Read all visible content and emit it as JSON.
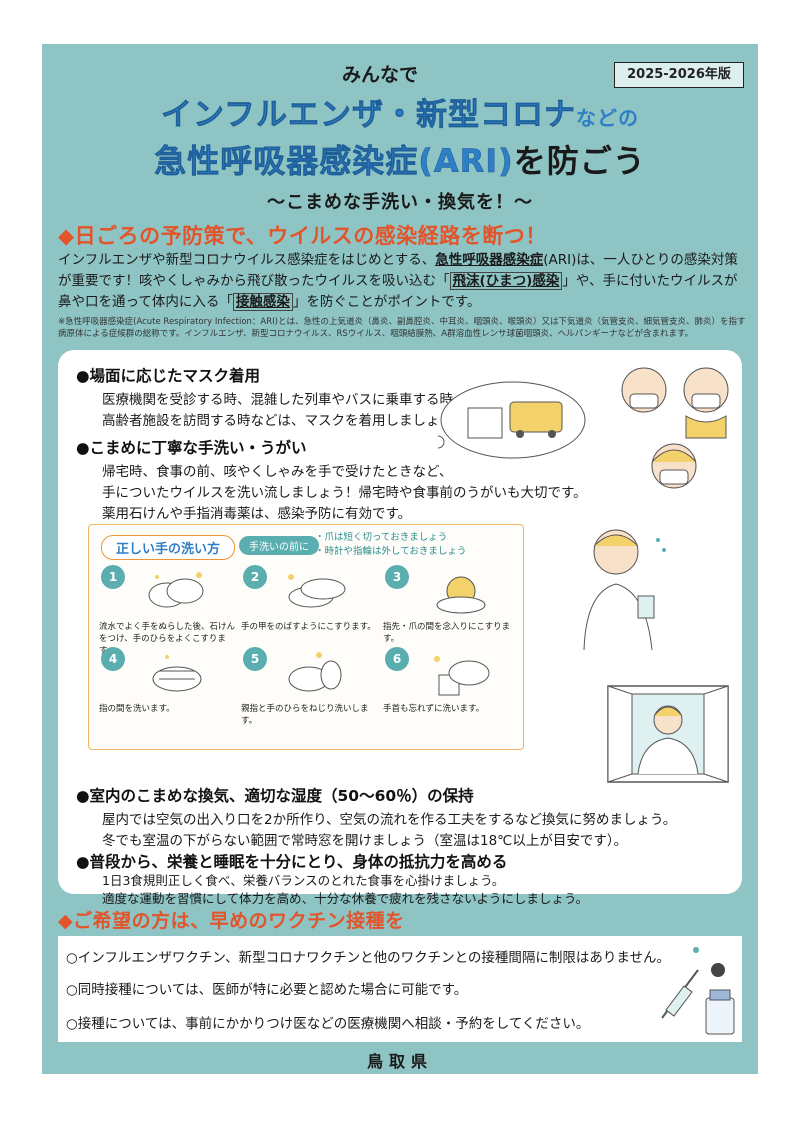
{
  "edition": "2025-2026年版",
  "header": {
    "minnade": "みんなで",
    "title_line1_main": "インフルエンザ・新型コロナ",
    "title_line1_suffix": "などの",
    "title_line2_main": "急性呼吸器感染症(ARI)",
    "title_line2_suffix": "を防ごう",
    "subtitle": "〜こまめな手洗い・換気を！〜"
  },
  "section1": {
    "heading": "◆日ごろの予防策で、ウイルスの感染経路を断つ！",
    "intro_a": "インフルエンザや新型コロナウイルス感染症をはじめとする、",
    "intro_b": "急性呼吸器感染症",
    "intro_c": "(ARI)は、一人ひとりの感染対策が重要です！咳やくしゃみから飛び散ったウイルスを吸い込む「",
    "intro_d": "飛沫(ひまつ)感染",
    "intro_e": "」や、手に付いたウイルスが鼻や口を通って体内に入る「",
    "intro_f": "接触感染",
    "intro_g": "」を防ぐことがポイントです。",
    "note": "※急性呼吸器感染症(Acute Respiratory Infection：ARI)とは、急性の上気道炎（鼻炎、副鼻腔炎、中耳炎、咽頭炎、喉頭炎）又は下気道炎（気管支炎、細気管支炎、肺炎）を指す病原体による症候群の総称です。インフルエンザ、新型コロナウイルス、RSウイルス、咽頭結膜熱、A群溶血性レンサ球菌咽頭炎、ヘルパンギーナなどが含まれます。"
  },
  "items": {
    "mask": {
      "heading": "●場面に応じたマスク着用",
      "line1": "医療機関を受診する時、混雑した列車やバスに乗車する時、",
      "line2": "高齢者施設を訪問する時などは、マスクを着用しましょう。"
    },
    "handwash": {
      "heading": "●こまめに丁寧な手洗い・うがい",
      "line1": "帰宅時、食事の前、咳やくしゃみを手で受けたときなど、",
      "line2": "手についたウイルスを洗い流しましょう！帰宅時や食事前のうがいも大切です。",
      "line3": "薬用石けんや手指消毒薬は、感染予防に有効です。"
    },
    "ventilation": {
      "heading": "●室内のこまめな換気、適切な湿度（50〜60％）の保持",
      "line1": "屋内では空気の出入り口を2か所作り、空気の流れを作る工夫をするなど換気に努めましょう。",
      "line2": "冬でも室温の下がらない範囲で常時窓を開けましょう（室温は18℃以上が目安です）。"
    },
    "health": {
      "heading": "●普段から、栄養と睡眠を十分にとり、身体の抵抗力を高める",
      "line1": "1日3食規則正しく食べ、栄養バランスのとれた食事を心掛けましょう。",
      "line2": "適度な運動を習慣にして体力を高め、十分な休養で疲れを残さないようにしましょう。"
    }
  },
  "handwash_guide": {
    "title": "正しい手の洗い方",
    "before_label": "手洗いの前に",
    "tip1": "・爪は短く切っておきましょう",
    "tip2": "・時計や指輪は外しておきましょう",
    "steps": [
      {
        "num": "1",
        "caption": "流水でよく手をぬらした後、石けんをつけ、手のひらをよくこすります。"
      },
      {
        "num": "2",
        "caption": "手の甲をのばすようにこすります。"
      },
      {
        "num": "3",
        "caption": "指先・爪の間を念入りにこすります。"
      },
      {
        "num": "4",
        "caption": "指の間を洗います。"
      },
      {
        "num": "5",
        "caption": "親指と手のひらをねじり洗いします。"
      },
      {
        "num": "6",
        "caption": "手首も忘れずに洗います。"
      }
    ]
  },
  "section2": {
    "heading": "◆ご希望の方は、早めのワクチン接種を",
    "line1": "○インフルエンザワクチン、新型コロナワクチンと他のワクチンとの接種間隔に制限はありません。",
    "line2": "○同時接種については、医師が特に必要と認めた場合に可能です。",
    "line3": "○接種については、事前にかかりつけ医などの医療機関へ相談・予約をしてください。"
  },
  "footer": "鳥取県",
  "colors": {
    "background": "#8fc4c4",
    "title_blue": "#2f7fc6",
    "accent_orange": "#e2542a",
    "teal": "#5aaeb0"
  }
}
